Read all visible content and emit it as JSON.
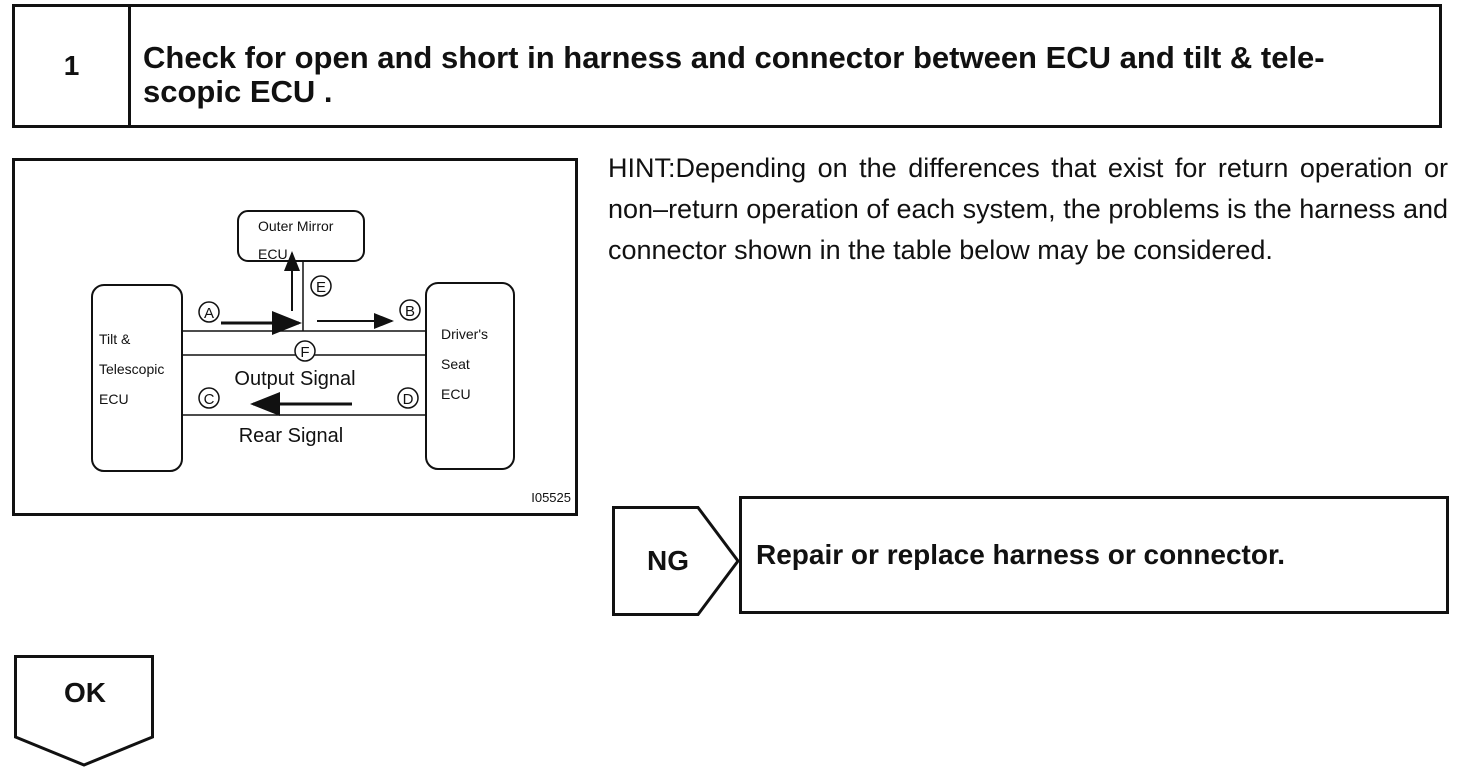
{
  "step": {
    "number": "1",
    "title_line1": "Check for open and short in harness and connector between ECU and tilt & tele-",
    "title_line2": "scopic ECU ."
  },
  "diagram": {
    "outer_mirror_line1": "Outer Mirror",
    "outer_mirror_line2": "ECU",
    "tilt_line1": "Tilt &",
    "tilt_line2": "Telescopic",
    "tilt_line3": "ECU",
    "seat_line1": "Driver's",
    "seat_line2": "Seat",
    "seat_line3": "ECU",
    "label_a": "A",
    "label_b": "B",
    "label_c": "C",
    "label_d": "D",
    "label_e": "E",
    "label_f": "F",
    "output_signal": "Output Signal",
    "rear_signal": "Rear Signal",
    "figure_code": "I05525"
  },
  "hint": "HINT:Depending on the differences that exist for return operation or non–return operation of each system, the problems is the harness and connector shown in the table below may be considered.",
  "ng": {
    "label": "NG",
    "result": "Repair or replace harness or connector."
  },
  "ok": {
    "label": "OK"
  }
}
